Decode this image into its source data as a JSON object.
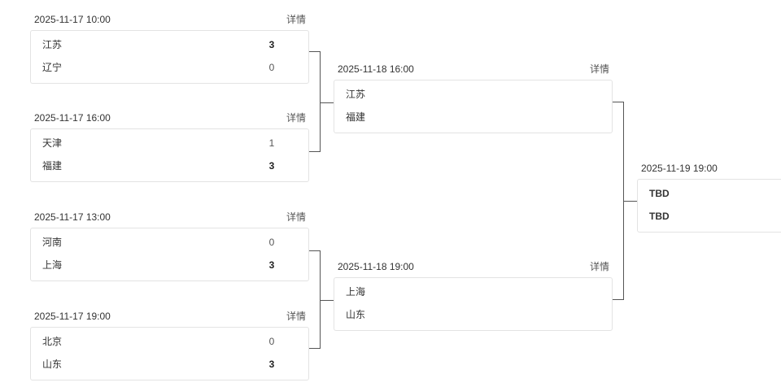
{
  "detail_label": "详情",
  "round1": [
    {
      "time": "2025-11-17  10:00",
      "detail": "详情",
      "teams": [
        {
          "name": "江苏",
          "score": "3",
          "win": true
        },
        {
          "name": "辽宁",
          "score": "0",
          "win": false
        }
      ]
    },
    {
      "time": "2025-11-17  16:00",
      "detail": "详情",
      "teams": [
        {
          "name": "天津",
          "score": "1",
          "win": false
        },
        {
          "name": "福建",
          "score": "3",
          "win": true
        }
      ]
    },
    {
      "time": "2025-11-17  13:00",
      "detail": "详情",
      "teams": [
        {
          "name": "河南",
          "score": "0",
          "win": false
        },
        {
          "name": "上海",
          "score": "3",
          "win": true
        }
      ]
    },
    {
      "time": "2025-11-17  19:00",
      "detail": "详情",
      "teams": [
        {
          "name": "北京",
          "score": "0",
          "win": false
        },
        {
          "name": "山东",
          "score": "3",
          "win": true
        }
      ]
    }
  ],
  "round2": [
    {
      "time": "2025-11-18  16:00",
      "detail": "详情",
      "teams": [
        {
          "name": "江苏"
        },
        {
          "name": "福建"
        }
      ]
    },
    {
      "time": "2025-11-18  19:00",
      "detail": "详情",
      "teams": [
        {
          "name": "上海"
        },
        {
          "name": "山东"
        }
      ]
    }
  ],
  "final": {
    "time": "2025-11-19  19:00",
    "teams": [
      {
        "name": "TBD"
      },
      {
        "name": "TBD"
      }
    ]
  },
  "colors": {
    "border": "#e3e3e3",
    "connector": "#555555",
    "text": "#333333"
  }
}
